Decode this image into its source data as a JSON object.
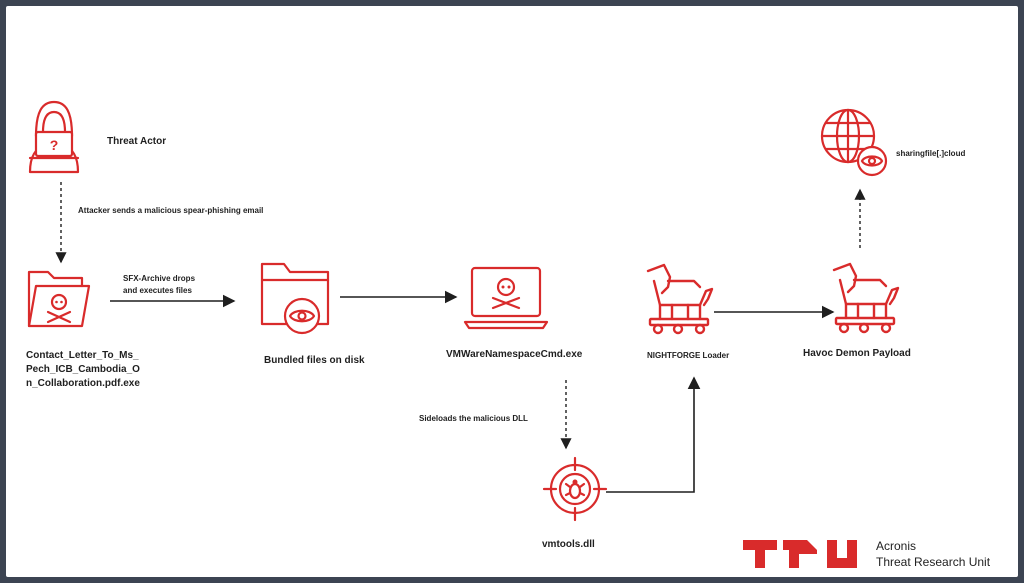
{
  "diagram": {
    "nodes": {
      "threat_actor": {
        "label": "Threat Actor",
        "icon": "hacker-icon"
      },
      "sfx_archive": {
        "label_lines": [
          "Contact_Letter_To_Ms_",
          "Pech_ICB_Cambodia_O",
          "n_Collaboration.pdf.exe"
        ],
        "icon": "poison-folder-icon"
      },
      "bundled_files": {
        "label": "Bundled files on disk",
        "icon": "folder-eye-icon"
      },
      "vmware_cmd": {
        "label": "VMWareNamespaceCmd.exe",
        "icon": "laptop-skull-icon"
      },
      "nightforge": {
        "label": "NIGHTFORGE Loader",
        "icon": "trojan-horse-icon"
      },
      "havoc": {
        "label": "Havoc Demon Payload",
        "icon": "trojan-horse-icon"
      },
      "sharingfile": {
        "label": "sharingfile[.]cloud",
        "icon": "globe-eye-icon"
      },
      "vmtools": {
        "label": "vmtools.dll",
        "icon": "target-bug-icon"
      }
    },
    "edges": {
      "email": {
        "label": "Attacker sends a malicious spear-phishing email"
      },
      "sfx_drop": {
        "label_lines": [
          "SFX-Archive drops",
          "and executes files"
        ]
      },
      "sideload": {
        "label": "Sideloads the malicious DLL"
      }
    }
  },
  "branding": {
    "logo_text": "TRU",
    "company": "Acronis",
    "unit": "Threat Research Unit"
  },
  "colors": {
    "accent_red": "#d92b2b",
    "text": "#1f1f1f",
    "frame": "#3c4452",
    "background": "#ffffff"
  }
}
